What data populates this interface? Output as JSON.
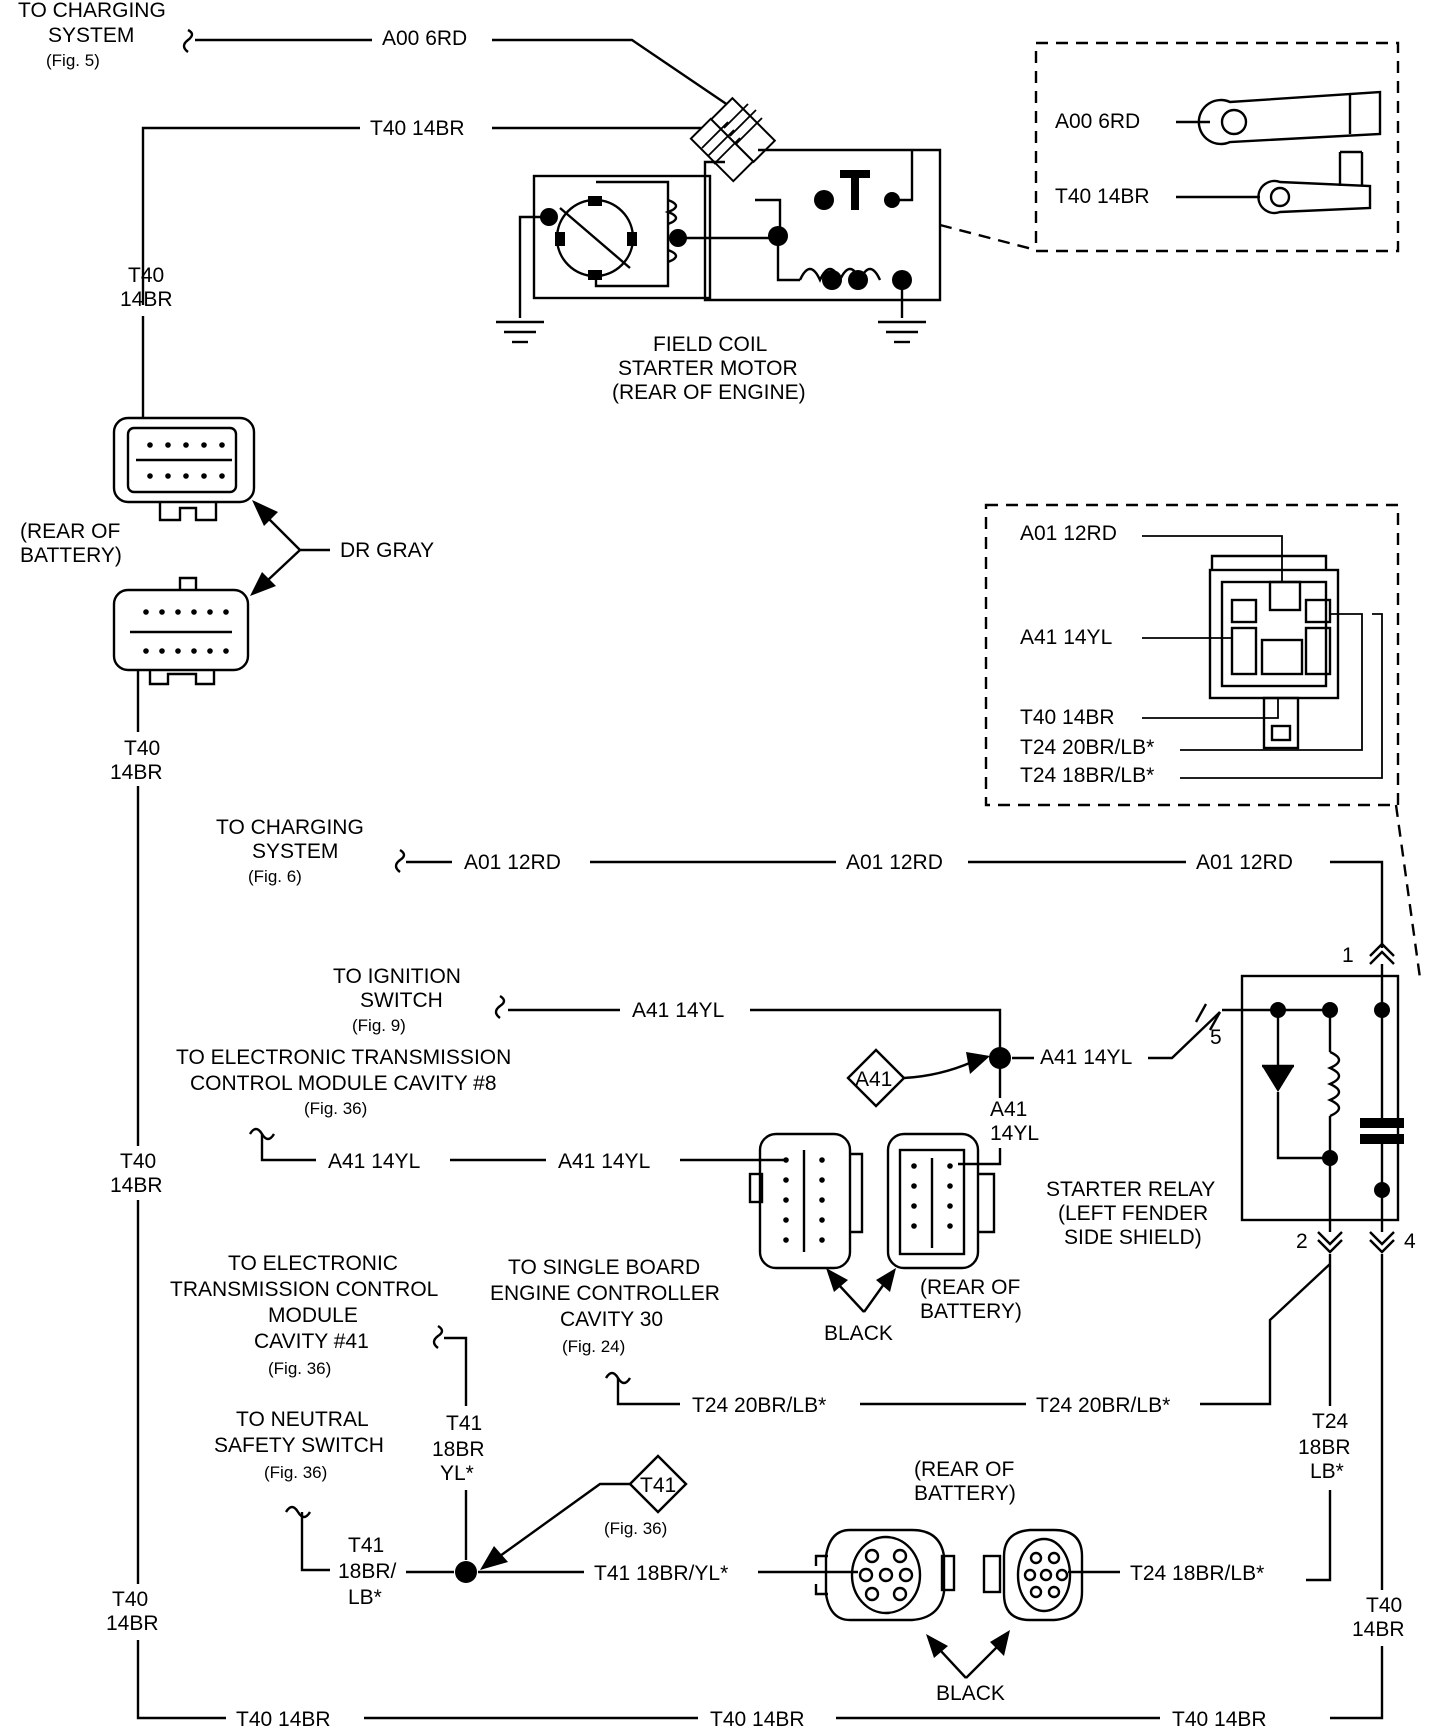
{
  "top": {
    "to_charging_1": "TO CHARGING",
    "to_charging_2": "SYSTEM",
    "to_charging_fig": "(Fig. 5)",
    "a00_wire": "A00 6RD",
    "t40_wire": "T40 14BR",
    "t40_vert_1": "T40",
    "t40_vert_2": "14BR"
  },
  "starter_motor": {
    "line1": "FIELD COIL",
    "line2": "STARTER MOTOR",
    "line3": "(REAR OF ENGINE)"
  },
  "detail_top": {
    "a00": "A00 6RD",
    "t40": "T40 14BR"
  },
  "connector_top": {
    "rear_1": "(REAR OF",
    "rear_2": "BATTERY)",
    "color": "DR GRAY",
    "t40_1": "T40",
    "t40_2": "14BR"
  },
  "relay_detail": {
    "a01": "A01 12RD",
    "a41": "A41 14YL",
    "t40": "T40 14BR",
    "t24a": "T24 20BR/LB*",
    "t24b": "T24 18BR/LB*"
  },
  "charging2": {
    "line1": "TO CHARGING",
    "line2": "SYSTEM",
    "fig": "(Fig. 6)",
    "wire": "A01 12RD"
  },
  "ignition": {
    "line1": "TO IGNITION",
    "line2": "SWITCH",
    "fig": "(Fig. 9)",
    "wire": "A41 14YL",
    "splice": "A41",
    "vert_1": "A41",
    "vert_2": "14YL"
  },
  "etcm8": {
    "line1": "TO ELECTRONIC TRANSMISSION",
    "line2": "CONTROL MODULE CAVITY #8",
    "fig": "(Fig. 36)",
    "wire": "A41 14YL"
  },
  "relay": {
    "pin1": "1",
    "pin2": "2",
    "pin4": "4",
    "pin5": "5",
    "line1": "STARTER RELAY",
    "line2": "(LEFT FENDER",
    "line3": "SIDE SHIELD)"
  },
  "black_connector": {
    "rear_1": "(REAR OF",
    "rear_2": "BATTERY)",
    "color": "BLACK"
  },
  "left_t40": {
    "line1": "T40",
    "line2": "14BR"
  },
  "etcm41": {
    "line1": "TO ELECTRONIC",
    "line2": "TRANSMISSION CONTROL",
    "line3": "MODULE",
    "line4": "CAVITY #41",
    "fig": "(Fig. 36)"
  },
  "sbec": {
    "line1": "TO SINGLE BOARD",
    "line2": "ENGINE CONTROLLER",
    "line3": "CAVITY 30",
    "fig": "(Fig. 24)",
    "wire": "T24 20BR/LB*"
  },
  "t41": {
    "vert_1": "T41",
    "vert_2": "18BR",
    "vert_3": "YL*",
    "splice": "T41",
    "fig": "(Fig. 36)",
    "wire": "T41 18BR/YL*"
  },
  "neutral": {
    "line1": "TO NEUTRAL",
    "line2": "SAFETY SWITCH",
    "fig": "(Fig. 36)",
    "wire_1": "T41",
    "wire_2": "18BR/",
    "wire_3": "LB*"
  },
  "t24_right": {
    "line1": "T24",
    "line2": "18BR",
    "line3": "LB*",
    "wire": "T24 18BR/LB*"
  },
  "bottom_connector": {
    "rear_1": "(REAR OF",
    "rear_2": "BATTERY)",
    "color": "BLACK"
  },
  "bottom": {
    "wire": "T40 14BR",
    "left_1": "T40",
    "left_2": "14BR",
    "right_1": "T40",
    "right_2": "14BR"
  }
}
